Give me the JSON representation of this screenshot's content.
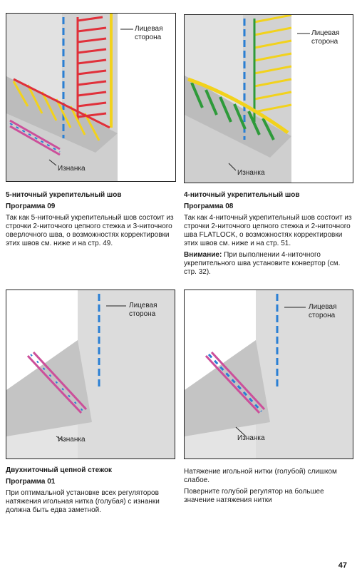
{
  "panels": [
    {
      "face_label": "Лицевая\nсторона",
      "back_label": "Изнанка",
      "title": "5-ниточный укрепительный шов",
      "program": "Программа 09",
      "body": "Так как 5-ниточный укрепительный шов состоит из строчки 2-ниточного цепного стежка и 3-ниточного оверлочного шва, о возможностях корректировки этих швов см. ниже и на стр. 49."
    },
    {
      "face_label": "Лицевая\nсторона",
      "back_label": "Изнанка",
      "title": "4-ниточный укрепительный шов",
      "program": "Программа 08",
      "body": "Так как 4-ниточный укрепительный шов состоит из строчки 2-ниточного цепного стежка и 2-ниточного шва FLATLOCK, о возможностях корректировки этих швов см. ниже и на стр. 51.",
      "note_label": "Внимание:",
      "note_text": " При выполнении 4-ниточного укрепительного шва установите конвертор (см. стр. 32)."
    },
    {
      "face_label": "Лицевая\nсторона",
      "back_label": "Изнанка",
      "title": "Двухниточный цепной стежок",
      "program": "Программа 01",
      "body": "При оптимальной установке всех регуляторов натяжения игольная нитка (голубая) с изнанки должна быть едва заметной."
    },
    {
      "face_label": "Лицевая\nсторона",
      "back_label": "Изнанка",
      "body": "Натяжение игольной нитки (голубой) слишком слабое.",
      "body2": "Поверните голубой регулятор на большее значение  натяжения нитки"
    }
  ],
  "page_number": "47",
  "colors": {
    "fabric": "#d7d7d7",
    "fabric_shade": "#b9b9b9",
    "needle_thread": "#2a7fd4",
    "looper_red": "#e0303a",
    "looper_yellow": "#f2d21c",
    "looper_green": "#2e9a3a",
    "chain_pink": "#cc4f9a"
  }
}
